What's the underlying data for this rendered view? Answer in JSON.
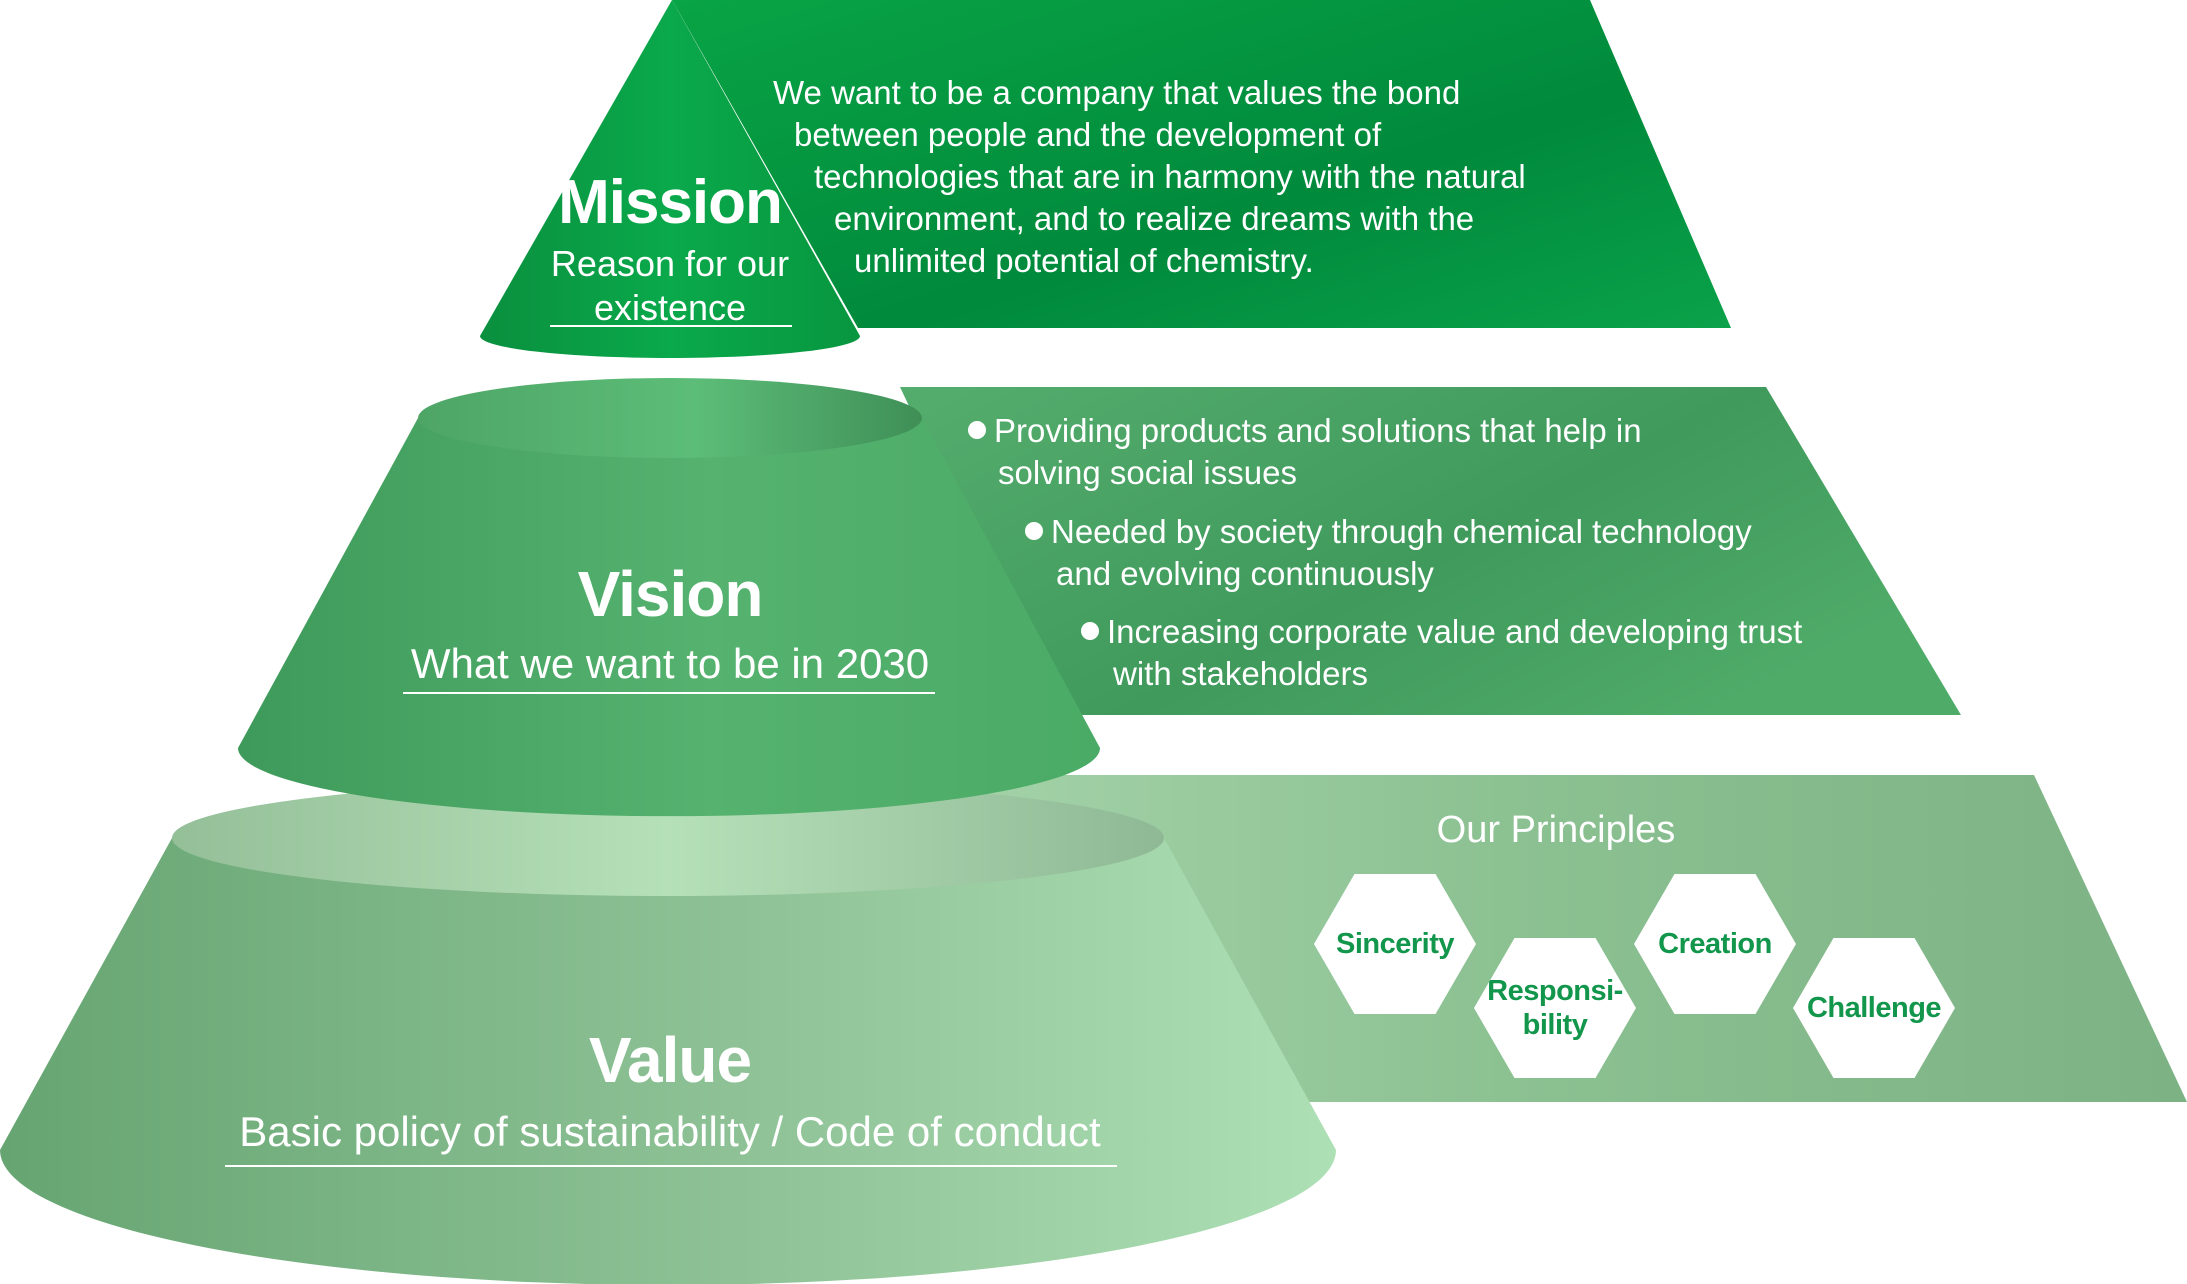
{
  "mission": {
    "title": "Mission",
    "subtitle": "Reason for our existence",
    "lines": [
      "We want to be a company that values the bond",
      "between people and the development of",
      "technologies that are in harmony with the natural",
      "environment, and to realize dreams with the",
      "unlimited potential of chemistry."
    ]
  },
  "vision": {
    "title": "Vision",
    "subtitle": "What we want to be in 2030",
    "bullets": [
      [
        "Providing products and solutions that help in",
        "solving social issues"
      ],
      [
        "Needed by society through chemical technology",
        "and evolving continuously"
      ],
      [
        "Increasing corporate value and developing trust",
        "with stakeholders"
      ]
    ]
  },
  "value": {
    "title": "Value",
    "subtitle": "Basic policy of sustainability / Code of conduct",
    "principles_title": "Our Principles",
    "principles": [
      "Sincerity",
      "Responsi-\nbility",
      "Creation",
      "Challenge"
    ]
  },
  "colors": {
    "mission_green": "#0a9a45",
    "vision_green": "#4faa68",
    "value_green": "#8cc492",
    "hex_text": "#12964b"
  }
}
